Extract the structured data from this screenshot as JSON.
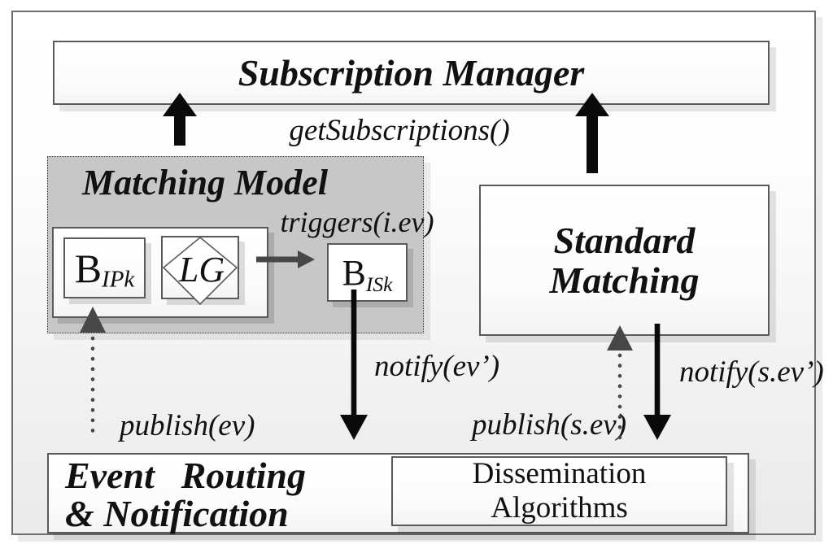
{
  "nodes": {
    "subscription_manager": {
      "label": "Subscription Manager"
    },
    "matching_model": {
      "label": "Matching Model"
    },
    "b_ipk": {
      "base": "B",
      "sub": "IPk"
    },
    "lg": {
      "label": "LG"
    },
    "b_isk": {
      "base": "B",
      "sub": "ISk"
    },
    "standard_matching": {
      "line1": "Standard",
      "line2": "Matching"
    },
    "event_routing": {
      "word1": "Event",
      "word2": "Routing",
      "line2": "& Notification"
    },
    "dissemination": {
      "line1": "Dissemination",
      "line2": "Algorithms"
    }
  },
  "edges": {
    "get_subscriptions": {
      "label": "getSubscriptions()"
    },
    "triggers": {
      "label": "triggers(i.ev)"
    },
    "notify_ev": {
      "label": "notify(ev’)"
    },
    "publish_ev": {
      "label": "publish(ev)"
    },
    "publish_sev": {
      "label": "publish(s.ev)"
    },
    "notify_sev": {
      "label": "notify(s.ev’)"
    }
  },
  "colors": {
    "box_border": "#5a5a5a",
    "matching_model_fill": "#c7c7c7",
    "arrow_black": "#0a0a0a",
    "arrow_gray": "#474747",
    "text": "#111111"
  }
}
